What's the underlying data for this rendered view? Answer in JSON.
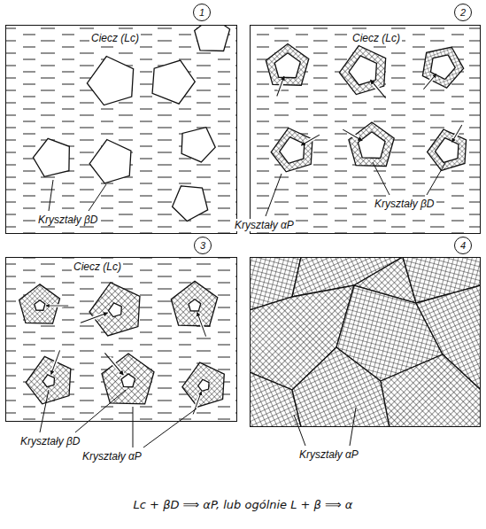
{
  "diagram": {
    "caption": "Lc + βD ⟹ αP, lub ogólnie L + β ⟹ α",
    "nodes": [
      {
        "text": [
          "1",
          "Ciecz (Lc)",
          "Kryształy βD"
        ]
      },
      {
        "text": [
          "2",
          "Ciecz (Lc)",
          "Kryształy βD",
          "Kryształy αP"
        ]
      },
      {
        "text": [
          "3",
          "Ciecz (Lc)",
          "Kryształy βD",
          "Kryształy αP"
        ]
      },
      {
        "text": [
          "4",
          "Kryształy αP"
        ]
      }
    ]
  }
}
